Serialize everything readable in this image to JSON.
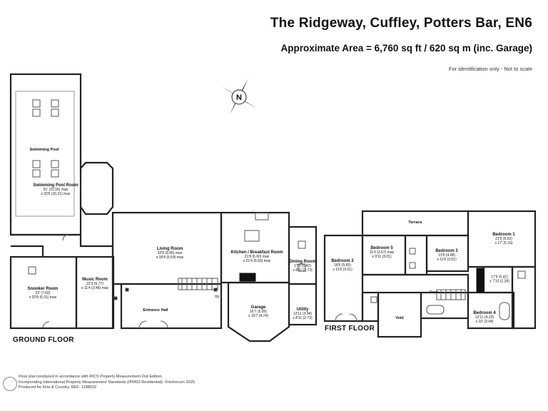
{
  "header": {
    "title": "The Ridgeway, Cuffley, Potters Bar, EN6",
    "area": "Approximate Area = 6,760 sq ft / 620 sq m (inc. Garage)",
    "identification": "For identification only - Not to scale"
  },
  "floors": {
    "ground": "GROUND FLOOR",
    "first": "FIRST FLOOR"
  },
  "rooms": {
    "pool_label": "Swimming Pool",
    "pool_room_name": "Swimming Pool Room",
    "pool_room_dim1": "51' (15.55) max",
    "pool_room_dim2": "x 33'6 (10.21) max",
    "snooker_name": "Snooker Room",
    "snooker_dim1": "23' (7.02)",
    "snooker_dim2": "x 20'8 (6.31) max",
    "music_name": "Music Room",
    "music_dim1": "22'3 (6.77)",
    "music_dim2": "x 11'4 (3.46) max",
    "living_name": "Living Room",
    "living_dim1": "32'8 (9.95) max",
    "living_dim2": "x 18'4 (5.59) max",
    "hall_name": "Entrance Hall",
    "kitchen_name": "Kitchen / Breakfast Room",
    "kitchen_dim1": "21'8 (6.60) max",
    "kitchen_dim2": "x 21'4 (6.50) max",
    "dining_name": "Dining Room",
    "dining_dim1": "17'9 (5.42)",
    "dining_dim2": "x 8'11 (2.73)",
    "garage_name": "Garage",
    "garage_dim1": "16'7 (5.05)",
    "garage_dim2": "x 15'7 (4.74)",
    "utility_name": "Utility",
    "utility_dim1": "12'11 (3.94)",
    "utility_dim2": "x 8'11 (2.73)",
    "up": "Up",
    "terrace": "Terrace",
    "bed1_name": "Bedroom 1",
    "bed1_dim1": "21'5 (6.52)",
    "bed1_dim2": "x 17' (5.16)",
    "bed2_name": "Bedroom 2",
    "bed2_dim1": "18'6 (5.65)",
    "bed2_dim2": "x 11'6 (3.51)",
    "bed3_name": "Bedroom 3",
    "bed3_dim1": "13'5 (4.08)",
    "bed3_dim2": "x 11'6 (3.51)",
    "bed4_name": "Bedroom 4",
    "bed4_dim1": "13'11 (4.23)",
    "bed4_dim2": "x 10' (3.04)",
    "bed5_name": "Bedroom 5",
    "bed5_dim1": "11'9 (3.57) max",
    "bed5_dim2": "x 9'11 (3.01)",
    "dressing_dim1": "17'9 (5.42)",
    "dressing_dim2": "x 7'10 (2.39)",
    "void": "Void",
    "down": "Down"
  },
  "footer": {
    "line1": "Floor plan produced in accordance with RICS Property Measurement 2nd Edition,",
    "line2": "Incorporating International Property Measurement Standards (IPMS2 Residential).  ©nichecom 2025.",
    "line3": "Produced for Fine & Country.   REF: 1188032"
  },
  "compass_letter": "N"
}
